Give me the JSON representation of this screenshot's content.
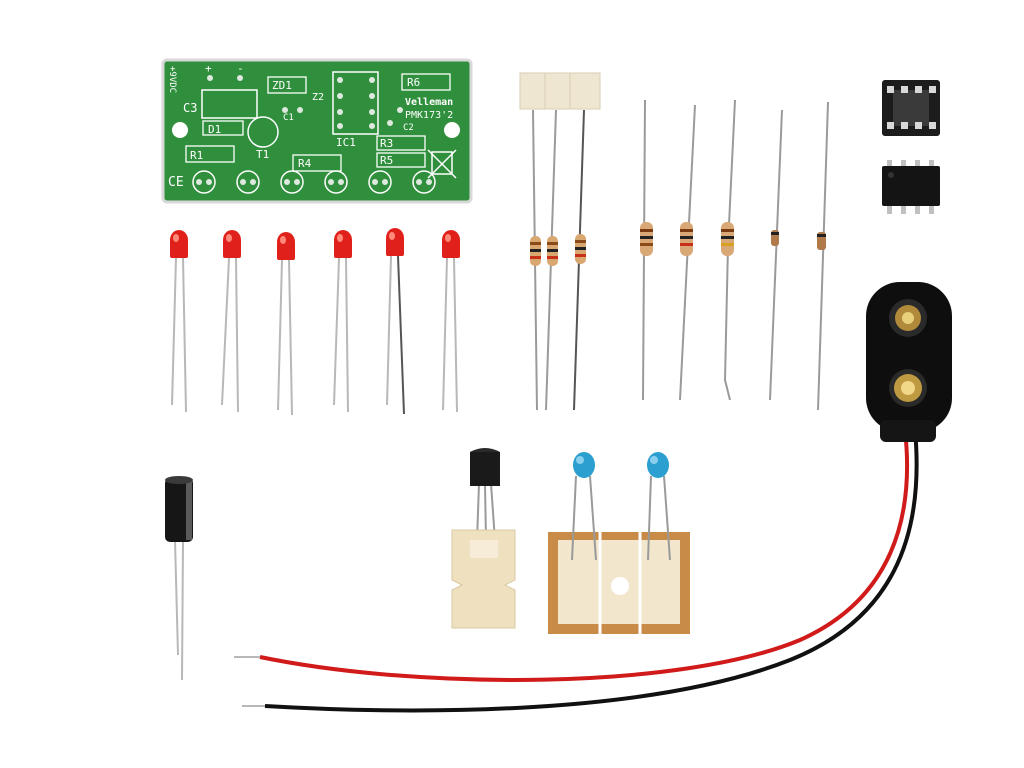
{
  "pcb": {
    "labels": {
      "c3": "C3",
      "zd1": "ZD1",
      "r6": "R6",
      "z2": "Z2",
      "c1": "C1",
      "brand": "Velleman",
      "model": "PMK173'2",
      "d1": "D1",
      "t1": "T1",
      "ic1": "IC1",
      "c2": "C2",
      "r1": "R1",
      "r3": "R3",
      "r4": "R4",
      "r5": "R5",
      "ce": "CE",
      "side": "+9VDC",
      "plus": "+",
      "minus": "-"
    }
  },
  "colors": {
    "pcb": "#2e8b3a",
    "led": "#e0201a",
    "wire_red": "#d11a1a",
    "wire_black": "#111111",
    "cap_blue": "#2a9fd0",
    "tape": "#efe6d2"
  }
}
